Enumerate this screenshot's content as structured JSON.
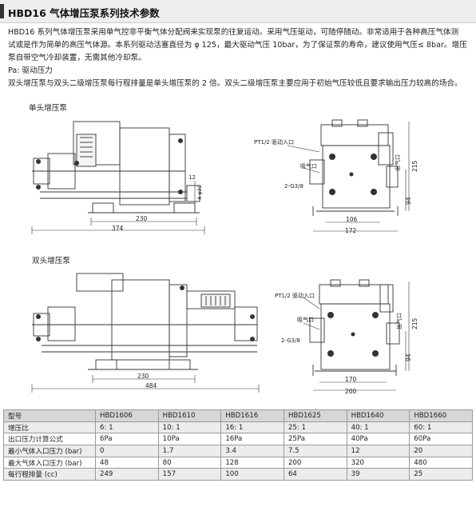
{
  "header": {
    "title": "HBD16 气体增压泵系列技术参数"
  },
  "description": {
    "line1": "HBD16 系列气体增压泵采用单气控非平衡气体分配阀来实现泵的往复运动。采用气压驱动，可随停随动。非常适用于各种高压气体测",
    "line2": "试或是作为简单的高压气体源。本系列驱动活塞直径为 φ 125，最大驱动气压 10bar，为了保证泵的寿命，建议使用气压≤ 8bar。增压",
    "line3": "泵自带空气冷却装置，无需其他冷却泵。",
    "line4": "Pa:  驱动压力",
    "line5": "双头增压泵与双头二级增压泵每行程排量是单头增压泵的 2 倍。双头二级增压泵主要应用于初始气压较低且要求输出压力较高的场合。"
  },
  "single_head": {
    "label": "单头增压泵",
    "dims": {
      "d230": "230",
      "d374": "374",
      "d12": "12",
      "dM": "4-φ22",
      "d215": "215",
      "d94": "94",
      "d106": "106",
      "d172": "172"
    },
    "callouts": {
      "drive_inlet": "PT1/2 驱动入口",
      "intake": "吸气口",
      "outlet": "出气口",
      "g38": "2-G3/8"
    }
  },
  "double_head": {
    "label": "双头增压泵",
    "dims": {
      "d230": "230",
      "d484": "484",
      "d215": "215",
      "d94": "94",
      "d170": "170",
      "d200": "200"
    },
    "callouts": {
      "drive_inlet": "PT1/2 驱动入口",
      "intake": "吸气口",
      "outlet": "出气口",
      "g38": "2-G3/8"
    }
  },
  "table": {
    "headers": [
      "型号",
      "HBD1606",
      "HBD1610",
      "HBD1616",
      "HBD1625",
      "HBD1640",
      "HBD1660"
    ],
    "rows": [
      [
        "增压比",
        "6:  1",
        "10:  1",
        "16:  1",
        "25:  1",
        "40:  1",
        "60:  1"
      ],
      [
        "出口压力计算公式",
        "6Pa",
        "10Pa",
        "16Pa",
        "25Pa",
        "40Pa",
        "60Pa"
      ],
      [
        "最小气体入口压力 (bar)",
        "0",
        "1.7",
        "3.4",
        "7.5",
        "12",
        "20"
      ],
      [
        "最大气体入口压力 (bar)",
        "48",
        "80",
        "128",
        "200",
        "320",
        "480"
      ],
      [
        "每行程排量 (cc)",
        "249",
        "157",
        "100",
        "64",
        "39",
        "25"
      ]
    ]
  }
}
